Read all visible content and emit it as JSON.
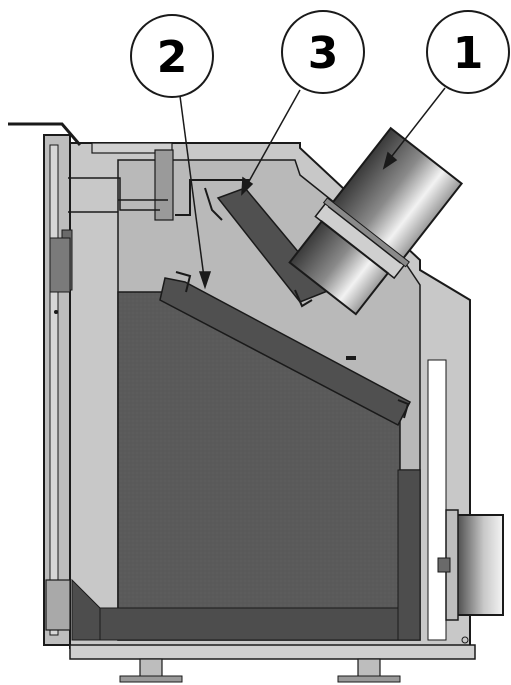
{
  "callouts": [
    {
      "label": "2"
    },
    {
      "label": "3"
    },
    {
      "label": "1"
    }
  ],
  "colors": {
    "outline": "#1a1a1a",
    "panel": "#b9b9b9",
    "panel_light": "#d2d2d2",
    "fire_chamber": "#5a5a5a",
    "baffle": "#555555",
    "duct_dark": "#3a3a3a",
    "duct_light": "#f2f2f2"
  }
}
